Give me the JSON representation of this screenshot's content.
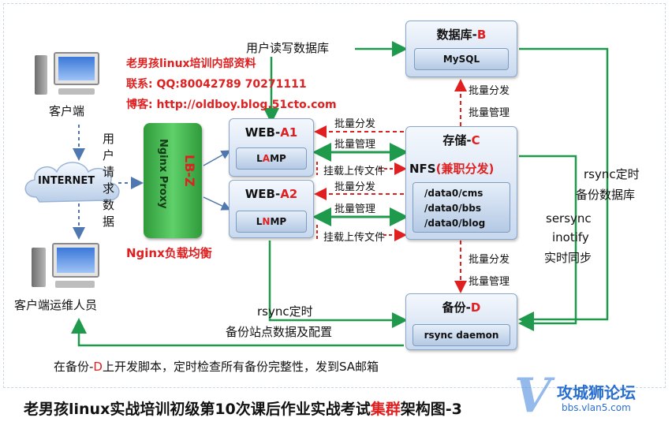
{
  "watermark": {
    "line1": "老男孩linux培训内部资料",
    "line2": "联系: QQ:80042789 70271111",
    "line3": "博客: http://oldboy.blog.51cto.com"
  },
  "clients": {
    "client_label": "客户端",
    "internet_label": "INTERNET",
    "ops_label": "客户端运维人员",
    "request_label": [
      "用",
      "户",
      "请",
      "求",
      "数",
      "据"
    ]
  },
  "lb": {
    "proxy": "Nginx Proxy",
    "name": "LB-Z",
    "caption": "Nginx负载均衡"
  },
  "web_a1": {
    "title": "WEB-",
    "title_hl": "A1",
    "app_l": "L",
    "app_a": "A",
    "app_rest": "MP"
  },
  "web_a2": {
    "title": "WEB-",
    "title_hl": "A2",
    "app_l": "L",
    "app_n": "N",
    "app_rest": "MP"
  },
  "db": {
    "title": "数据库-",
    "title_hl": "B",
    "engine": "MySQL",
    "read_write": "用户读写数据库"
  },
  "storage": {
    "title": "存储-",
    "title_hl": "C",
    "nfs": "NFS",
    "nfs_role": "(兼职分发)",
    "dirs": [
      "/data0/cms",
      "/data0/bbs",
      "/data0/blog"
    ]
  },
  "backup": {
    "title": "备份-",
    "title_hl": "D",
    "daemon": "rsync daemon"
  },
  "labels": {
    "batch_dist": "批量分发",
    "batch_mgmt": "批量管理",
    "mount_upload": "挂载上传文件",
    "rsync_timer": "rsync定时",
    "backup_db": "备份数据库",
    "sersync": "sersync",
    "inotify": "inotify",
    "realtime_sync": "实时同步",
    "rsync_timer2": "rsync定时",
    "backup_site": "备份站点数据及配置",
    "check_note_pre": "在备份-",
    "check_note_d": "D",
    "check_note_post": "上开发脚本，定时检查所有备份完整性，发到SA邮箱"
  },
  "footer": {
    "title_pre": "老男孩linux实战培训初级第10次课后作业实战考试",
    "title_hl": "集群",
    "title_post": "架构图-3",
    "logo_text": "攻城狮论坛",
    "logo_url": "bbs.vlan5.com"
  },
  "colors": {
    "accent_red": "#e02020",
    "arrow_green": "#1f9a4c",
    "lb_green": "#3cb54a",
    "box_blue": "#c9d9ee"
  }
}
